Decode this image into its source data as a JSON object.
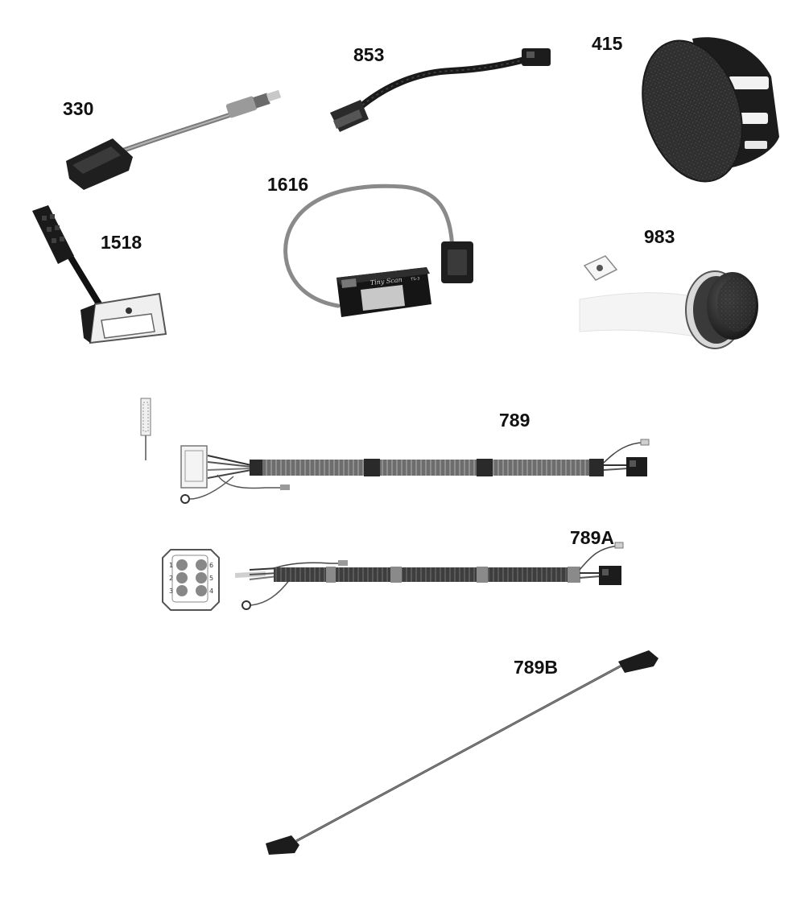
{
  "labels": {
    "oxygen_sensor": "330",
    "adapter_harness": "853",
    "cover_plug": "415",
    "tiny_scan": "1616",
    "pedal_sensor": "1518",
    "switch_knob": "983",
    "harness_main": "789",
    "harness_a": "789A",
    "harness_b": "789B"
  },
  "scanner": {
    "brand": "Tiny Scan",
    "model": "TS-3"
  },
  "connector_pins": [
    "1",
    "2",
    "3",
    "4",
    "5",
    "6"
  ],
  "colors": {
    "ink": "#111111",
    "dark": "#1e1e1e",
    "mid": "#6a6a6a",
    "light": "#bdbdbd",
    "accent": "#8a8a8a"
  }
}
